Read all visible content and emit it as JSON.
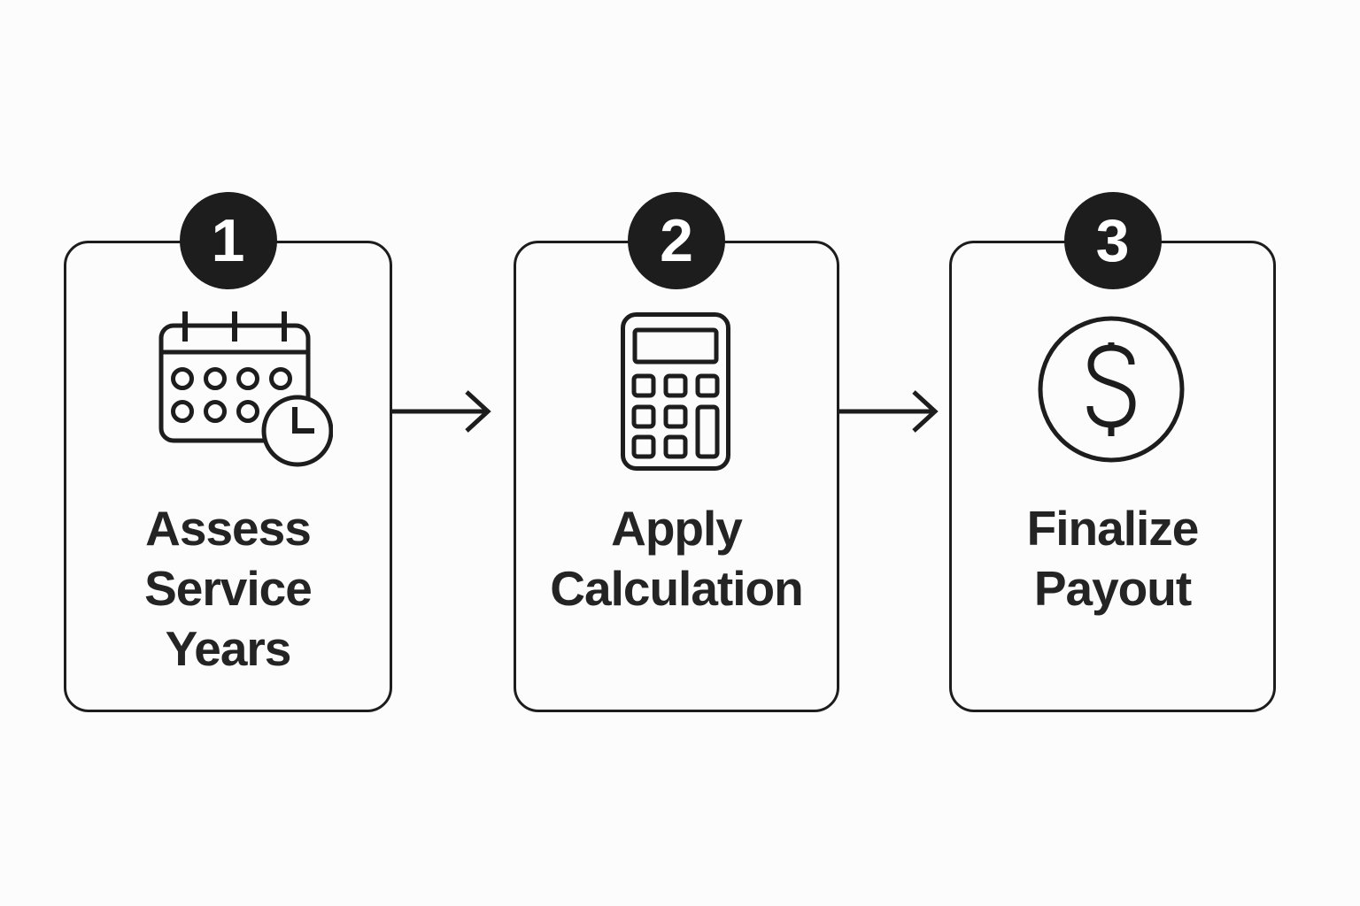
{
  "steps": [
    {
      "number": "1",
      "label": "Assess\nService\nYears",
      "icon": "calendar-clock-icon"
    },
    {
      "number": "2",
      "label": "Apply\nCalculation",
      "icon": "calculator-icon"
    },
    {
      "number": "3",
      "label": "Finalize\nPayout",
      "icon": "dollar-circle-icon"
    }
  ],
  "connectors": [
    {
      "type": "arrow-right"
    },
    {
      "type": "arrow-right"
    }
  ],
  "theme": {
    "background": "#fcfcfc",
    "stroke": "#1d1d1d",
    "badge_fill": "#1d1d1d",
    "badge_text": "#ffffff",
    "label_color": "#242424"
  }
}
